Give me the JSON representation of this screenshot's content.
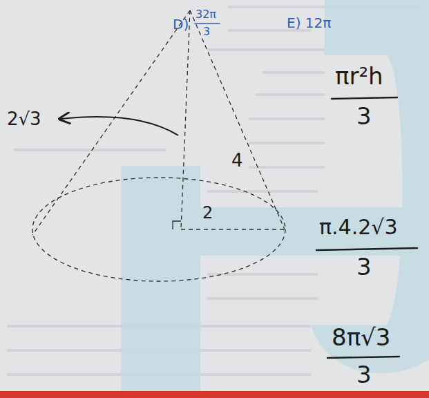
{
  "diagram": {
    "labels": [
      "D)",
      "32π",
      "3",
      "E) 12π",
      "2√3",
      "4",
      "2",
      "πr²h",
      "3",
      "π.4.2√3",
      "3",
      "8π√3",
      "3"
    ]
  }
}
